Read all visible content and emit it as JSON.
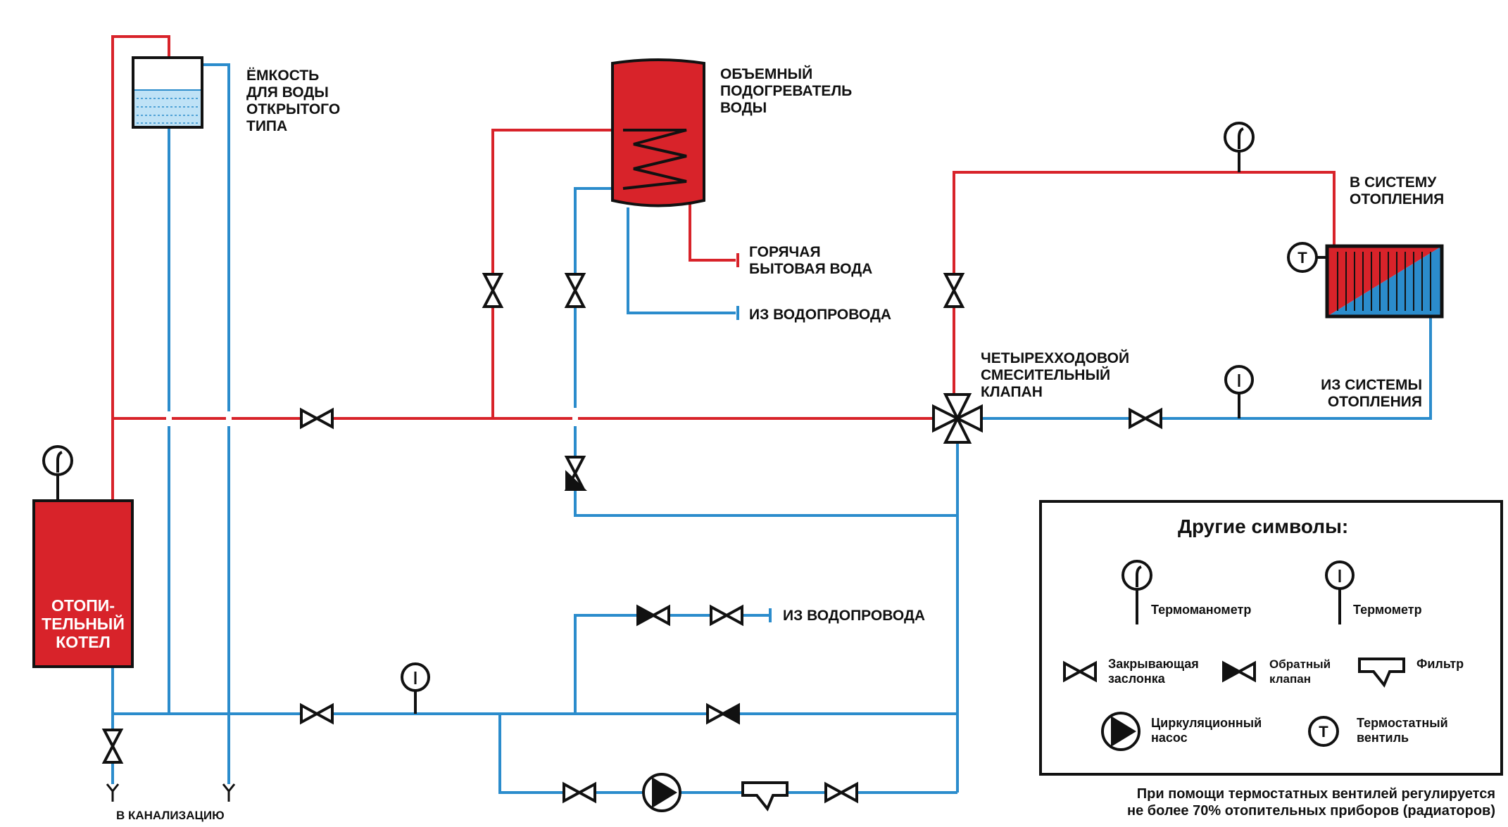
{
  "labels": {
    "tank": [
      "ЁМКОСТЬ",
      "ДЛЯ ВОДЫ",
      "ОТКРЫТОГО",
      "ТИПА"
    ],
    "heater": [
      "ОБЪЕМНЫЙ",
      "ПОДОГРЕВАТЕЛЬ",
      "ВОДЫ"
    ],
    "hot_water": [
      "ГОРЯЧАЯ",
      "БЫТОВАЯ ВОДА"
    ],
    "from_water_supply_top": "ИЗ ВОДОПРОВОДА",
    "to_heating": [
      "В СИСТЕМУ",
      "ОТОПЛЕНИЯ"
    ],
    "mixing_valve": [
      "ЧЕТЫРЕХХОДОВОЙ",
      "СМЕСИТЕЛЬНЫЙ",
      "КЛАПАН"
    ],
    "from_heating": [
      "ИЗ СИСТЕМЫ",
      "ОТОПЛЕНИЯ"
    ],
    "boiler": [
      "ОТОПИ-",
      "ТЕЛЬНЫЙ",
      "КОТЕЛ"
    ],
    "from_water_supply_bottom": "ИЗ ВОДОПРОВОДА",
    "sewer": "В КАНАЛИЗАЦИЮ"
  },
  "legend": {
    "title": "Другие символы:",
    "thermomanometer": "Термоманометр",
    "thermometer": "Термометр",
    "shutoff_valve": [
      "Закрывающая",
      "заслонка"
    ],
    "check_valve": [
      "Обратный",
      "клапан"
    ],
    "filter": "Фильтр",
    "pump": [
      "Циркуляционный",
      "насос"
    ],
    "thermostatic_valve": [
      "Термостатный",
      "вентиль"
    ]
  },
  "note": [
    "При помощи термостатных вентилей регулируется",
    "не более 70% отопительных приборов (радиаторов)"
  ],
  "colors": {
    "supply_red": "#d8232a",
    "return_blue": "#2b8ccc",
    "outline": "#111111"
  }
}
